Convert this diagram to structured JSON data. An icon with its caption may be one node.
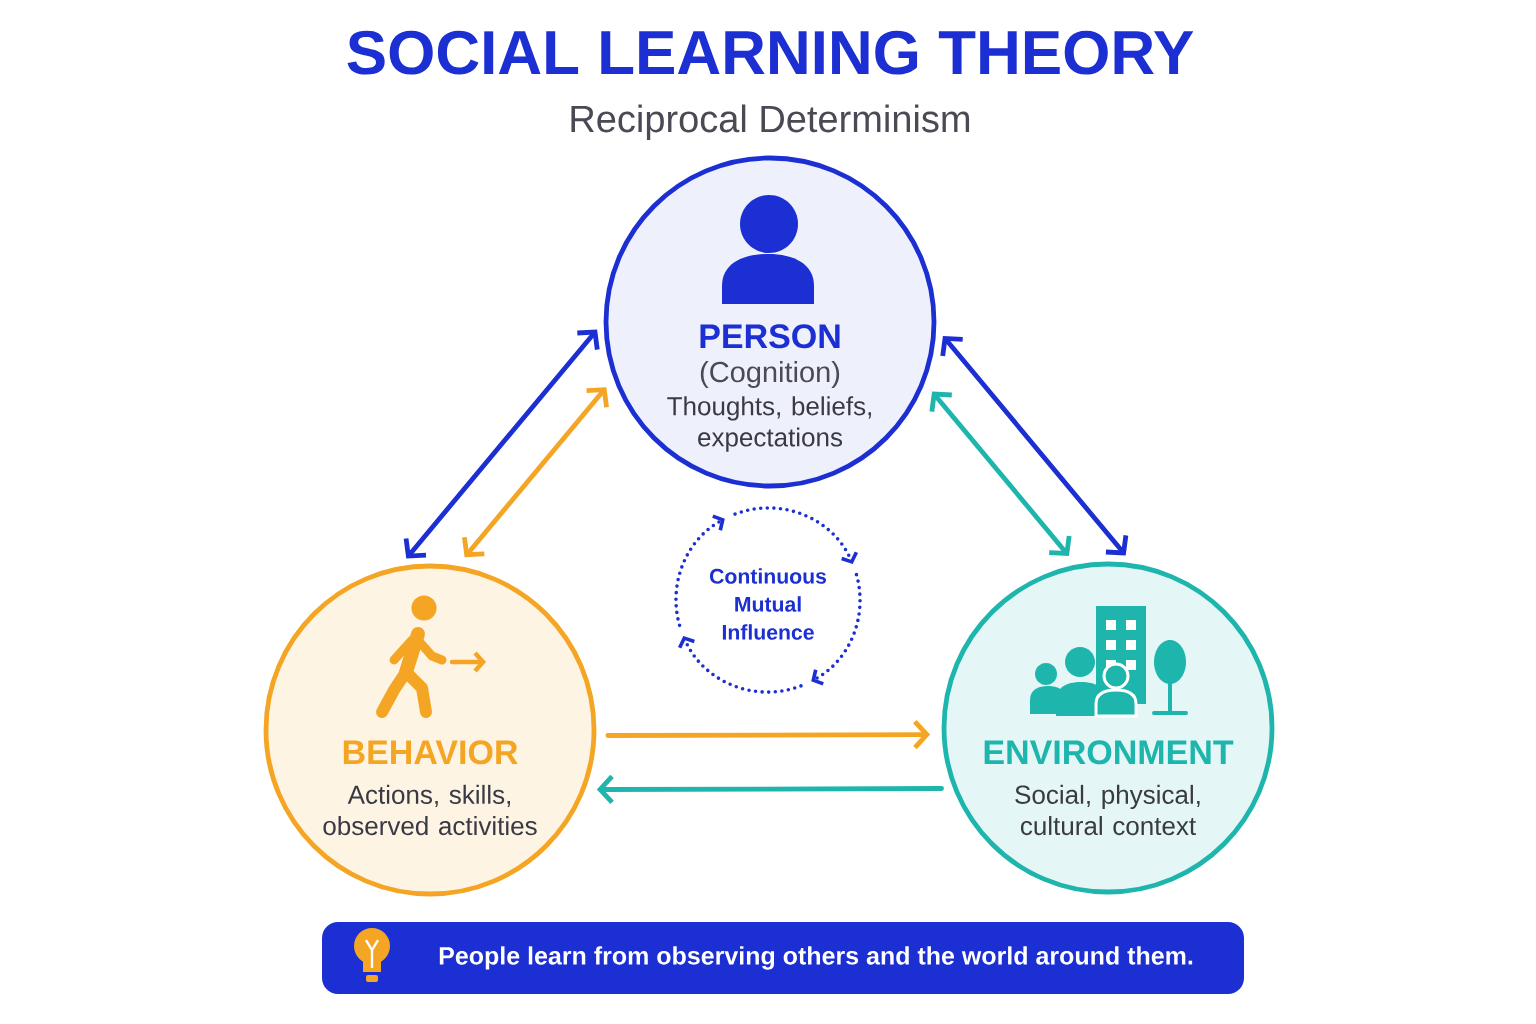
{
  "diagram": {
    "title": "SOCIAL LEARNING THEORY",
    "nodes": [
      {
        "text": [
          "PERSON",
          "(Cognition)",
          "Thoughts, beliefs, expectations"
        ]
      },
      {
        "text": [
          "BEHAVIOR",
          "Actions, skills, observed activities"
        ]
      },
      {
        "text": [
          "ENVIRONMENT",
          "Social, physical, cultural context"
        ]
      },
      {
        "text": [
          "Continuous Mutual Influence"
        ]
      },
      {
        "text": [
          "People learn from observing others and the world around them."
        ]
      }
    ],
    "edges": [
      {
        "from": 1,
        "to": 0,
        "arrow": "both",
        "color": "#1c2fd2"
      },
      {
        "from": 1,
        "to": 0,
        "arrow": "both",
        "color": "#f5a524"
      },
      {
        "from": 0,
        "to": 2,
        "arrow": "both",
        "color": "#1c2fd2"
      },
      {
        "from": 0,
        "to": 2,
        "arrow": "both",
        "color": "#1eb5ad"
      },
      {
        "from": 1,
        "to": 2,
        "arrow": "to",
        "color": "#f5a524"
      },
      {
        "from": 2,
        "to": 1,
        "arrow": "to",
        "color": "#1eb5ad"
      }
    ],
    "labels": [
      "Reciprocal Determinism"
    ]
  }
}
